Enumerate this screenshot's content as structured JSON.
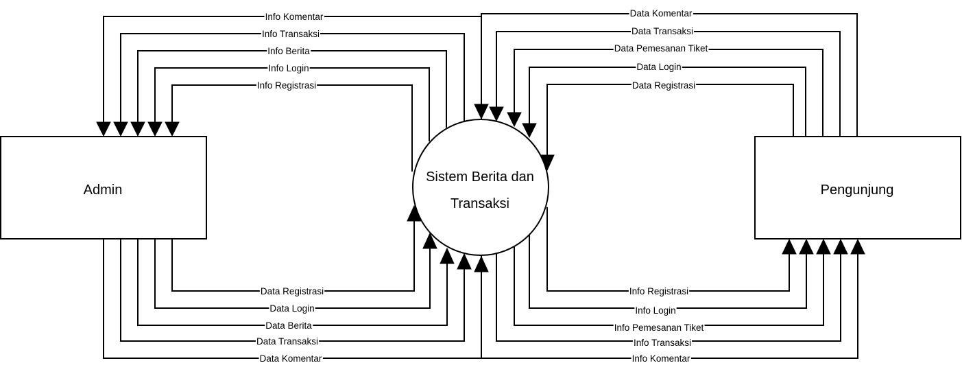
{
  "entities": {
    "admin": "Admin",
    "process_line1": "Sistem Berita dan",
    "process_line2": "Transaksi",
    "pengunjung": "Pengunjung"
  },
  "flows": {
    "admin_in": [
      "Info Komentar",
      "Info Transaksi",
      "Info Berita",
      "Info Login",
      "Info Registrasi"
    ],
    "admin_out": [
      "Data Registrasi",
      "Data Login",
      "Data Berita",
      "Data Transaksi",
      "Data Komentar"
    ],
    "pengunjung_out": [
      "Data Komentar",
      "Data Transaksi",
      "Data Pemesanan Tiket",
      "Data Login",
      "Data Registrasi"
    ],
    "pengunjung_in": [
      "Info Registrasi",
      "Info Login",
      "Info Pemesanan Tiket",
      "Info Transaksi",
      "Info Komentar"
    ]
  }
}
